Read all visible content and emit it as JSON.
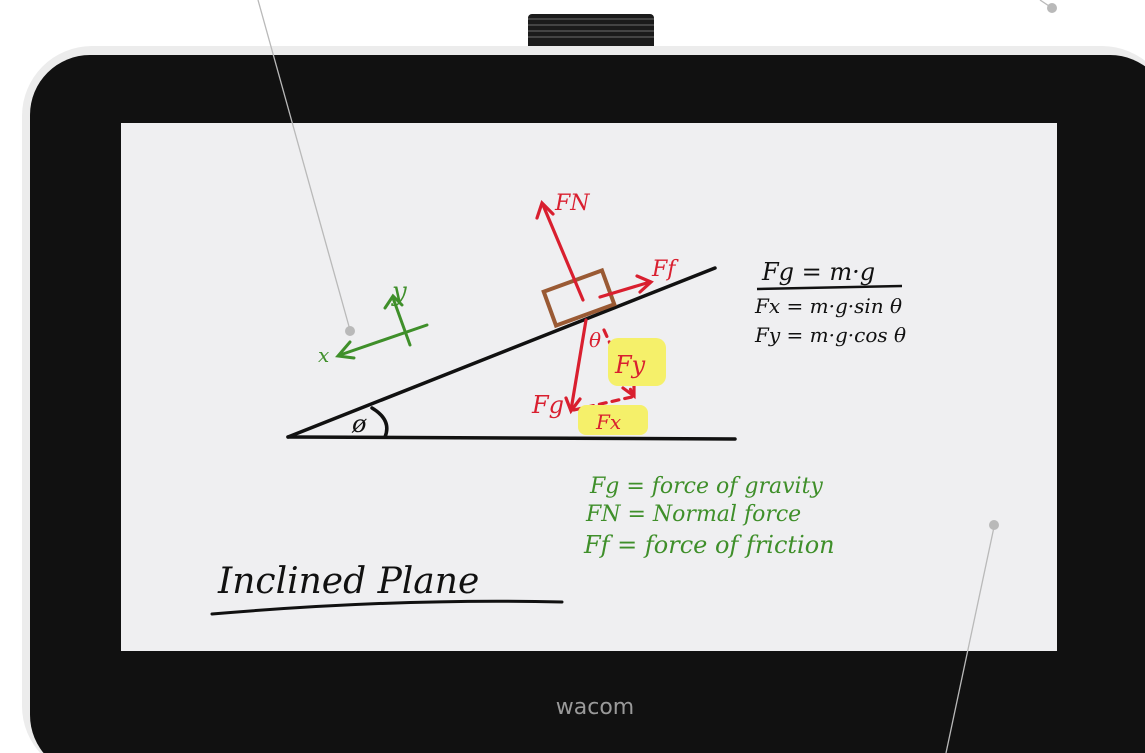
{
  "device": {
    "brand": "wacom",
    "colors": {
      "bezel": "#111111",
      "body": "#e9e9e9",
      "screen": "#efeff1"
    }
  },
  "drawing": {
    "title": "Inclined Plane",
    "angle_symbol": "ø",
    "theta_symbol": "θ",
    "axis_x": "x",
    "axis_y": "y",
    "force_labels": {
      "normal": "FN",
      "friction": "Ff",
      "gravity": "Fg",
      "fy": "Fy",
      "fx": "Fx"
    },
    "equations": [
      "Fg = m·g",
      "Fx = m·g·sin θ",
      "Fy = m·g·cos θ"
    ],
    "definitions": [
      "Fg = force of gravity",
      "FN = Normal force",
      "Ff = force of friction"
    ],
    "colors": {
      "ink": "#111111",
      "red": "#d91f2f",
      "green": "#3f8f2a",
      "brown": "#9a5a34",
      "highlight": "#f5f06a"
    }
  }
}
